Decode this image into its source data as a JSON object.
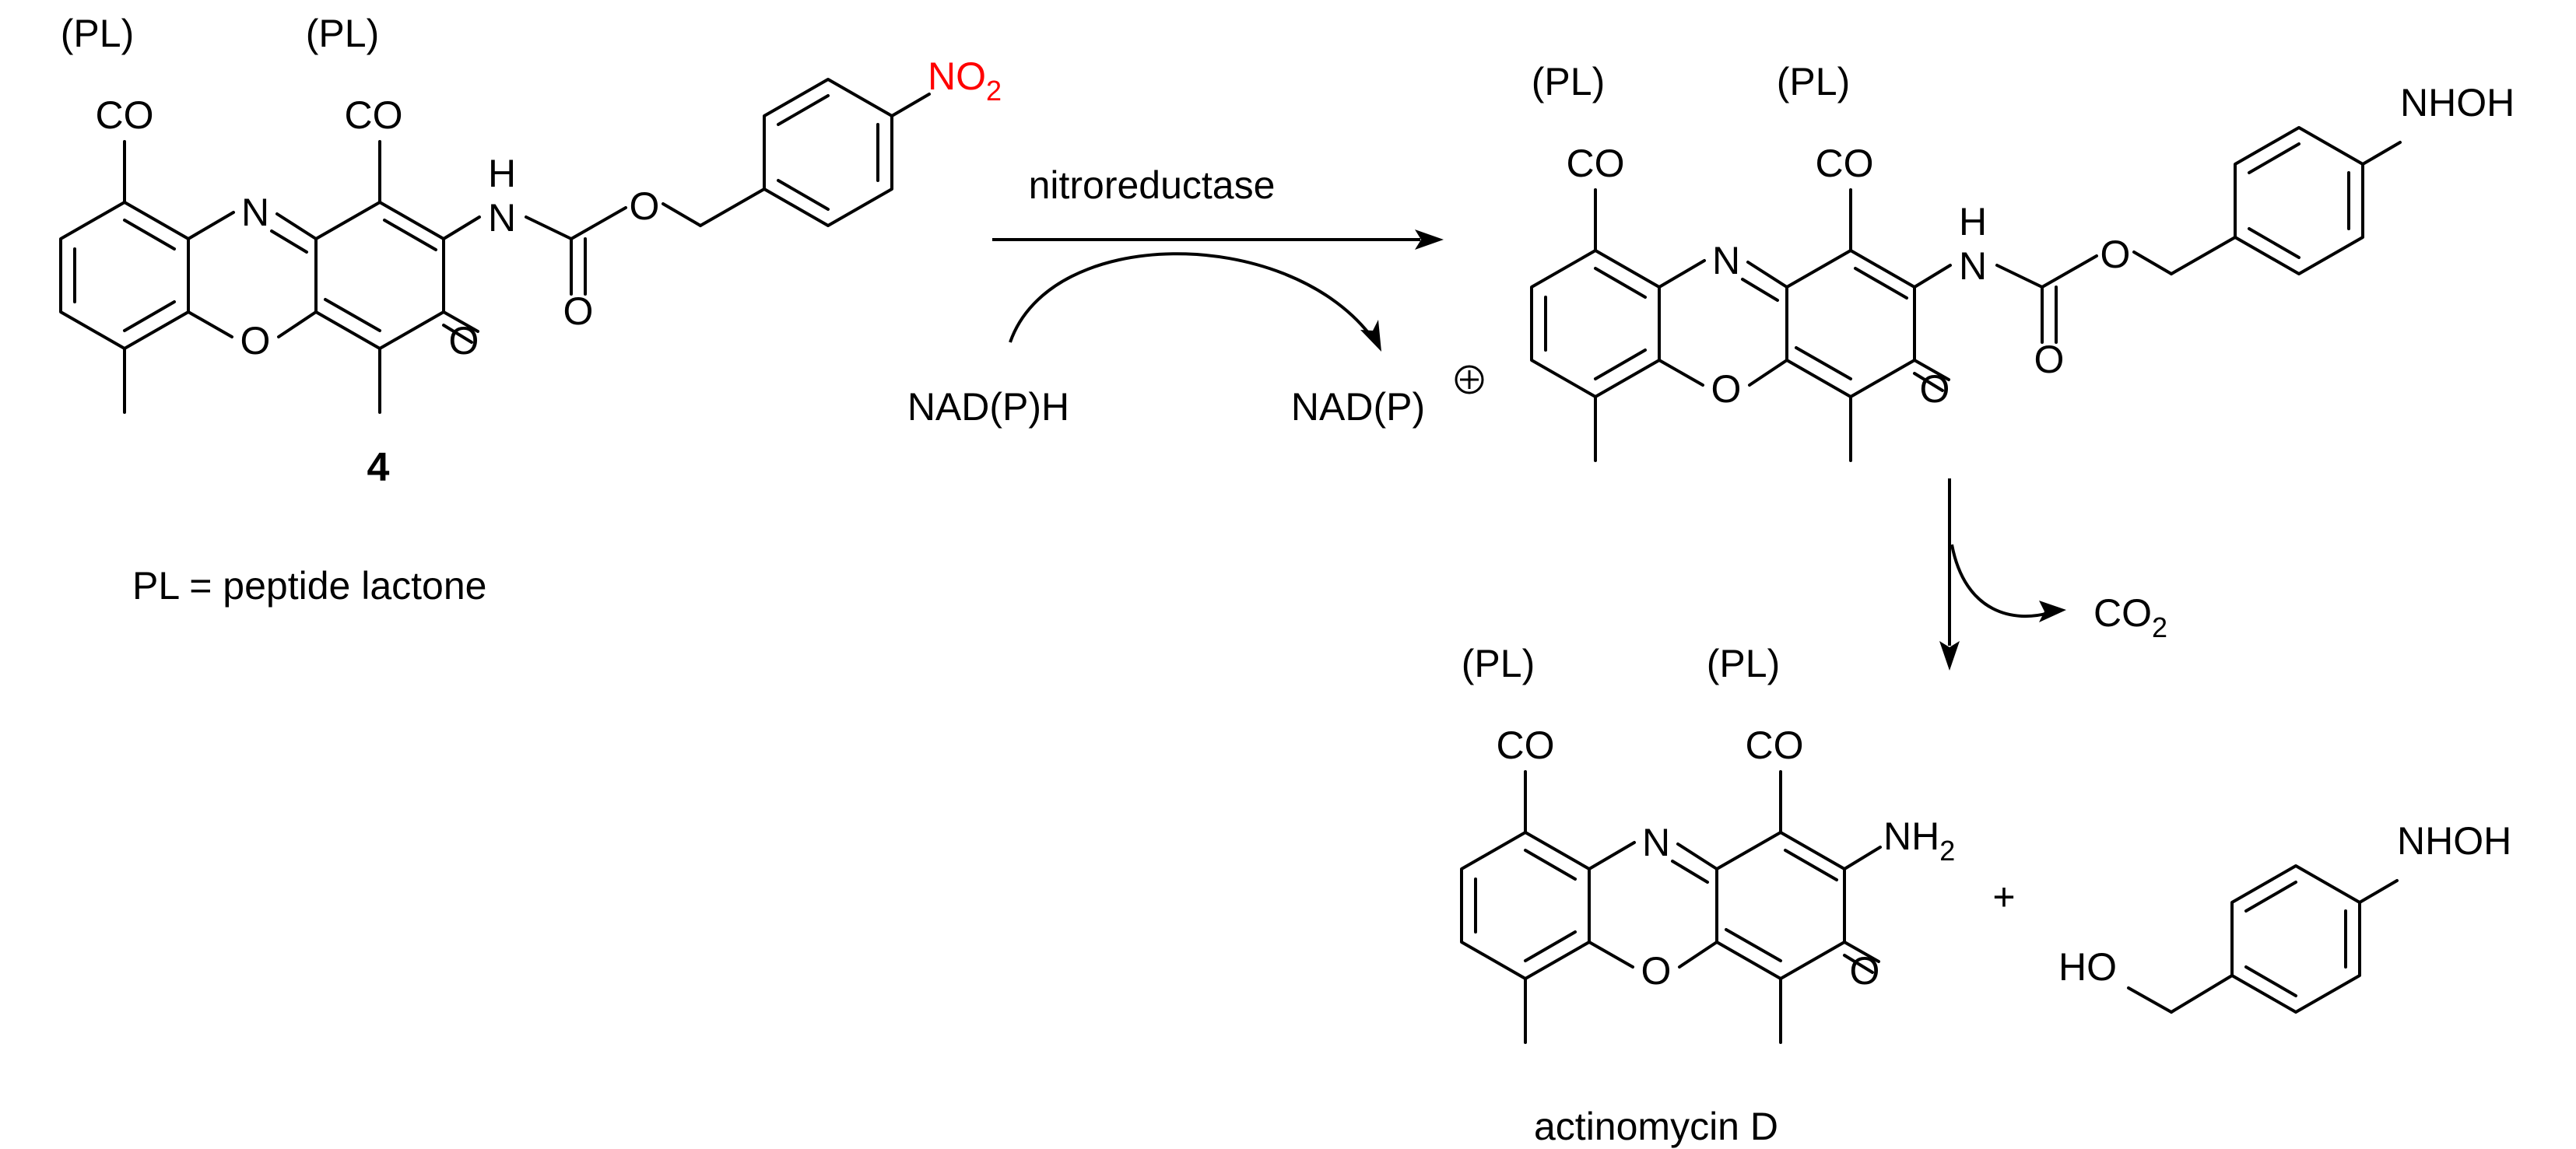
{
  "labels": {
    "pl": "(PL)",
    "co": "CO",
    "n": "N",
    "o": "O",
    "h": "H",
    "nh2": "NH",
    "nh2_sub": "2",
    "no2": "NO",
    "no2_sub": "2",
    "nhoh": "NHOH",
    "ho": "HO",
    "co2": "CO",
    "co2_sub": "2",
    "plus": "+",
    "oplus": "+"
  },
  "compound_4": {
    "number": "4",
    "legend": "PL = peptide lactone"
  },
  "reaction": {
    "enzyme": "nitroreductase",
    "cofactor_in": "NAD(P)H",
    "cofactor_out": "NAD(P)"
  },
  "product": {
    "name": "actinomycin D"
  },
  "colors": {
    "nitro": "#ff0000",
    "ink": "#000000"
  }
}
